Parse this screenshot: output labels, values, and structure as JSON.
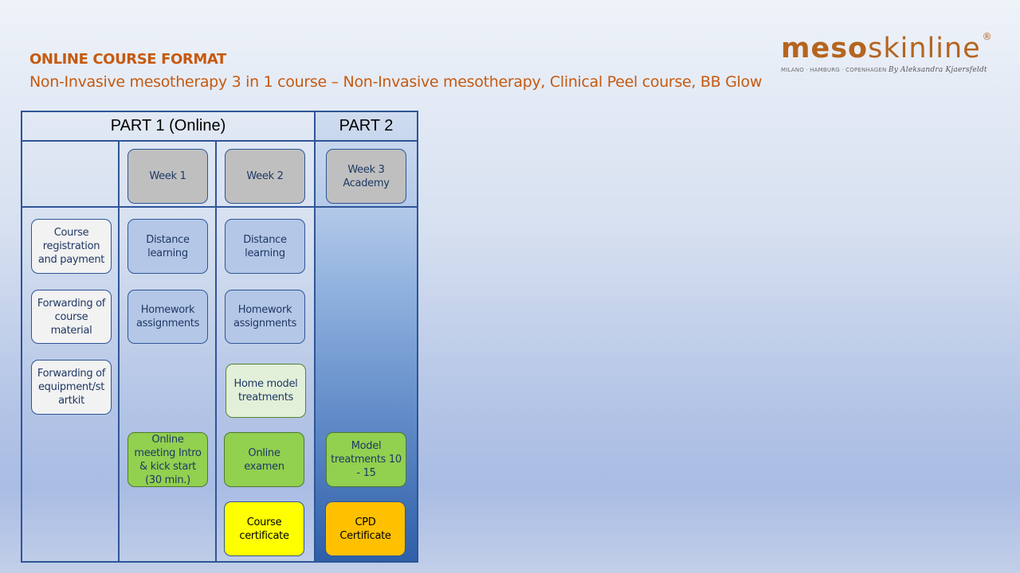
{
  "header": {
    "title": "ONLINE COURSE FORMAT",
    "subtitle": "Non-Invasive mesotherapy 3 in 1 course – Non-Invasive mesotherapy, Clinical Peel course, BB Glow"
  },
  "logo": {
    "brand_bold": "meso",
    "brand_light": "skinline",
    "registered": "®",
    "cities": "MILANO · HAMBURG · COPENHAGEN",
    "signature": "By Aleksandra Kjaersfeldt"
  },
  "table": {
    "part1_header": "PART 1 (Online)",
    "part2_header": "PART 2",
    "week1": "Week 1",
    "week2": "Week 2",
    "week3": "Week 3 Academy",
    "col0": [
      "Course registration and payment",
      "Forwarding of course material",
      "Forwarding of equipment/st artkit"
    ],
    "col1": [
      "Distance learning",
      "Homework assignments",
      "Online meeting Intro & kick start (30 min.)"
    ],
    "col2": [
      "Distance learning",
      "Homework assignments",
      "Home model treatments",
      "Online examen",
      "Course certificate"
    ],
    "col3": [
      "Model treatments 10 - 15",
      "CPD Certificate"
    ]
  },
  "colors": {
    "accent": "#c55a11",
    "frame": "#2f5597",
    "green": "#92d050",
    "yellow": "#ffff00",
    "orange": "#ffc000"
  }
}
